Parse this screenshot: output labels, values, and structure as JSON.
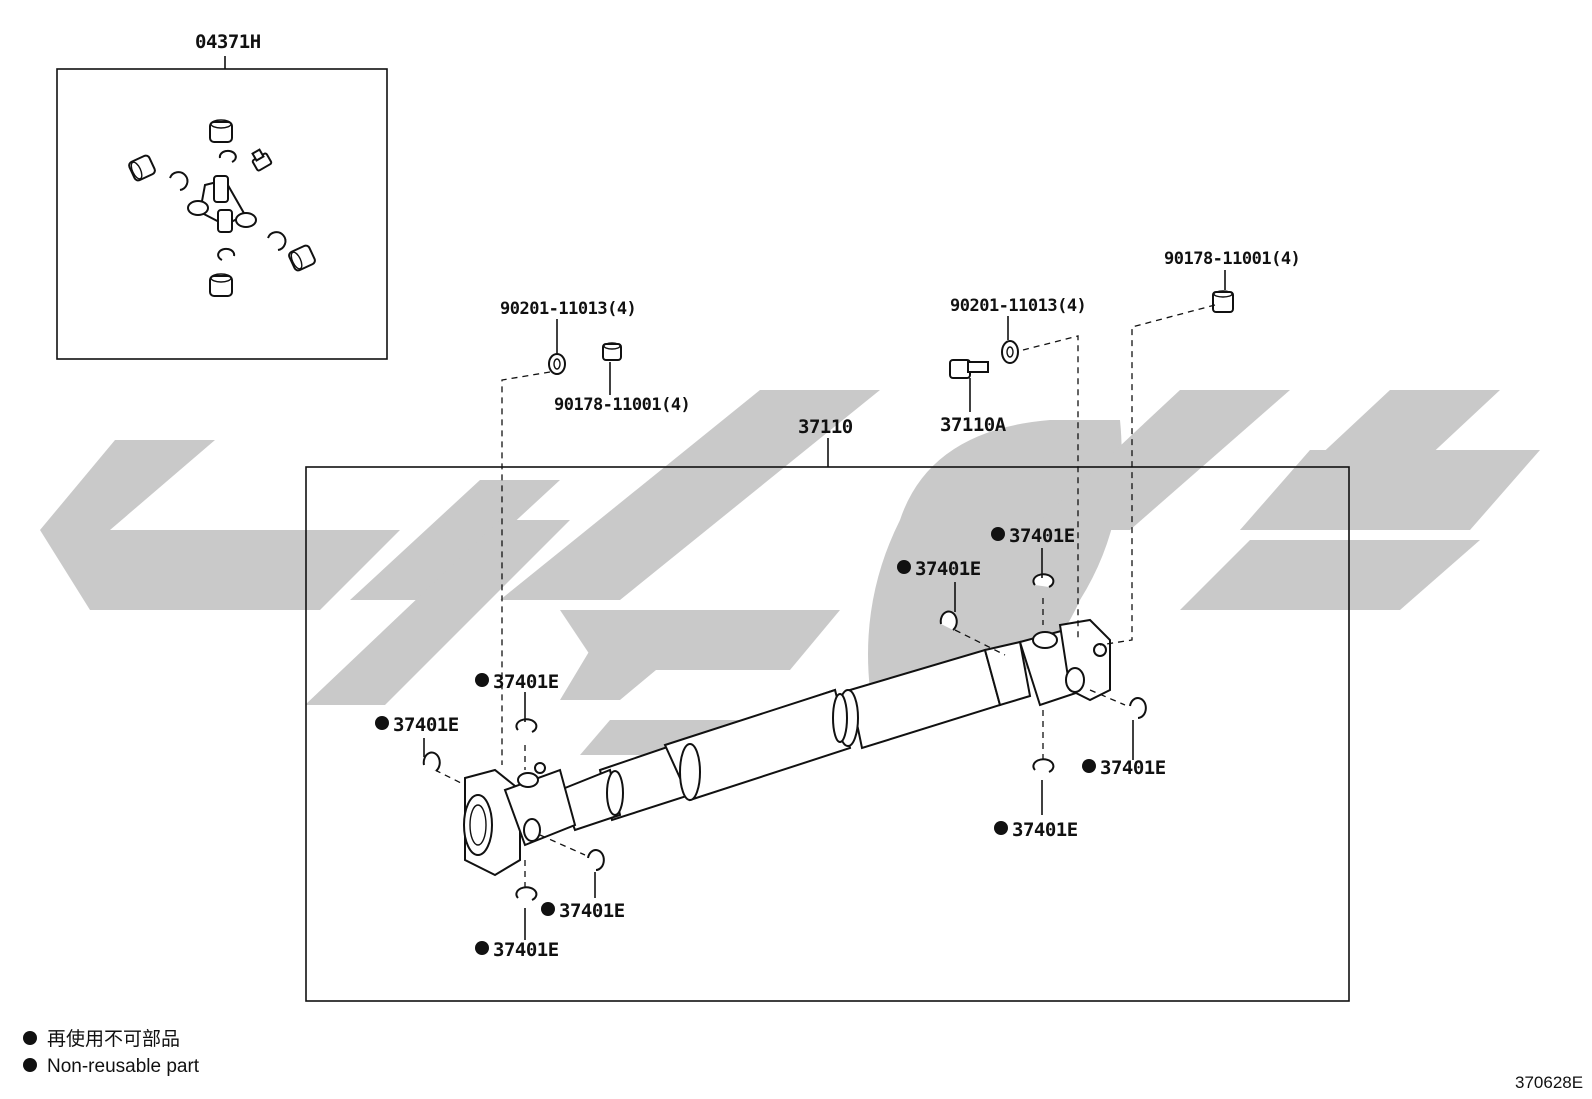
{
  "diagram": {
    "labels": {
      "uj_kit": "04371H",
      "shaft_assy": "37110",
      "bolt": "37110A",
      "washer_left": "90201-11013(4)",
      "nut_left": "90178-11001(4)",
      "washer_right": "90201-11013(4)",
      "nut_right": "90178-11001(4)",
      "snap_ring": "37401E"
    },
    "legend": {
      "marker_meaning_ja": "再使用不可部品",
      "marker_meaning_en": "Non-reusable part"
    },
    "reference_code": "370628E",
    "watermark_color": "#c9c9c9",
    "line_color": "#111111"
  }
}
